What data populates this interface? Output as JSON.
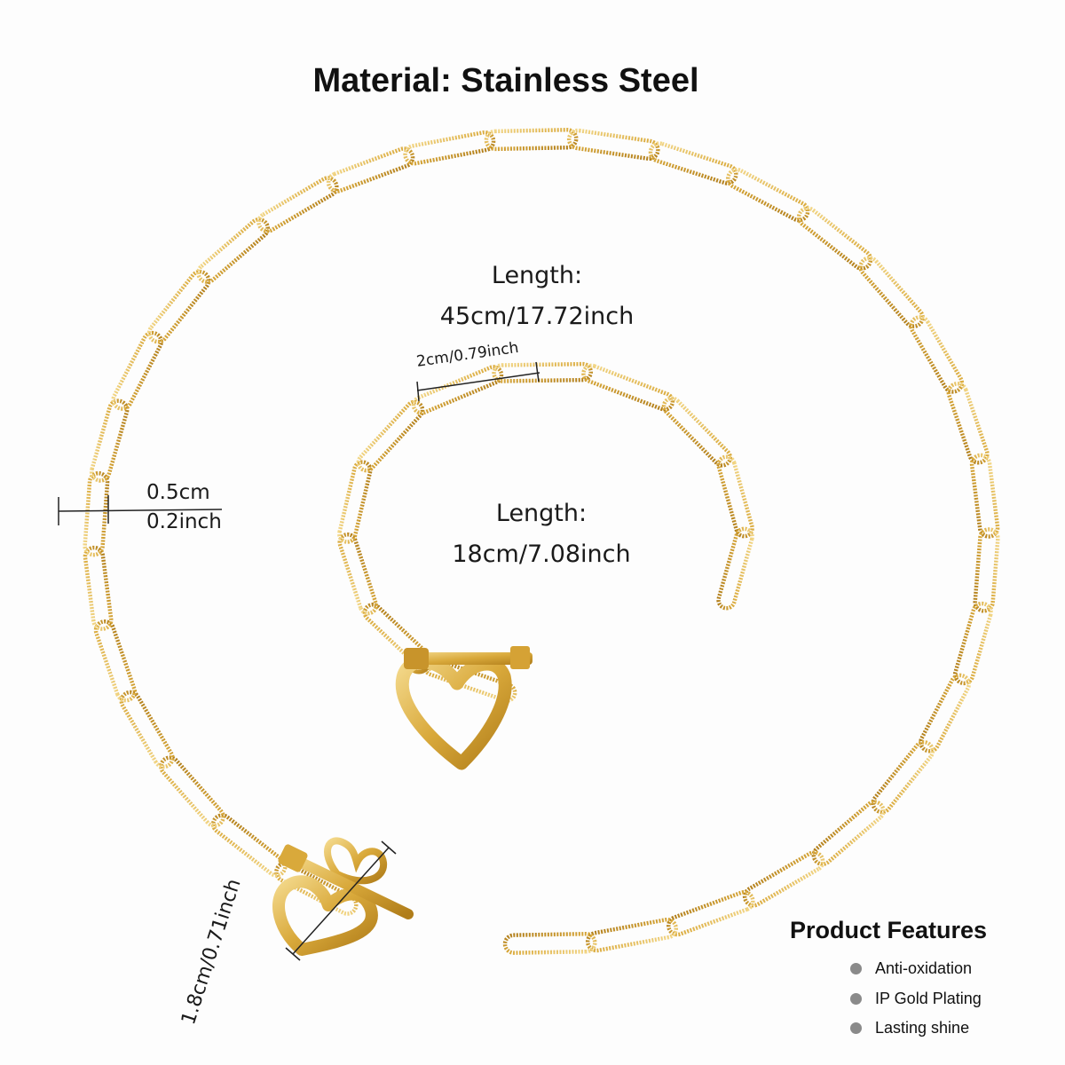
{
  "title": "Material: Stainless Steel",
  "necklace": {
    "length_label": "Length:",
    "length_value": "45cm/17.72inch"
  },
  "bracelet": {
    "length_label": "Length:",
    "length_value": "18cm/7.08inch"
  },
  "link_length": "2cm/0.79inch",
  "link_width": {
    "cm": "0.5cm",
    "inch": "0.2inch"
  },
  "clasp_size": "1.8cm/0.71inch",
  "features": {
    "title": "Product Features",
    "items": [
      "Anti-oxidation",
      "IP Gold Plating",
      "Lasting shine"
    ]
  },
  "colors": {
    "gold": "#d9a93b",
    "gold_dark": "#b8861f",
    "gold_light": "#f1d27a",
    "dot": "#8a8a8a"
  }
}
